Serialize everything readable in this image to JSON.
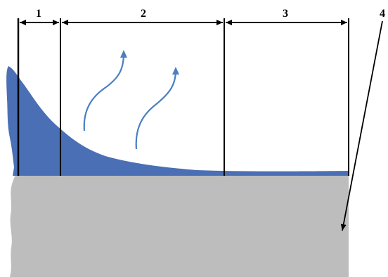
{
  "labels": {
    "zone_1": "1",
    "zone_2": "2",
    "zone_3": "3",
    "pointer_4": "4"
  },
  "colors": {
    "fluid": "#4a6fb5",
    "substrate": "#bdbdbd",
    "arrow": "#4a7fc1",
    "line": "#000000",
    "background": "#ffffff"
  }
}
